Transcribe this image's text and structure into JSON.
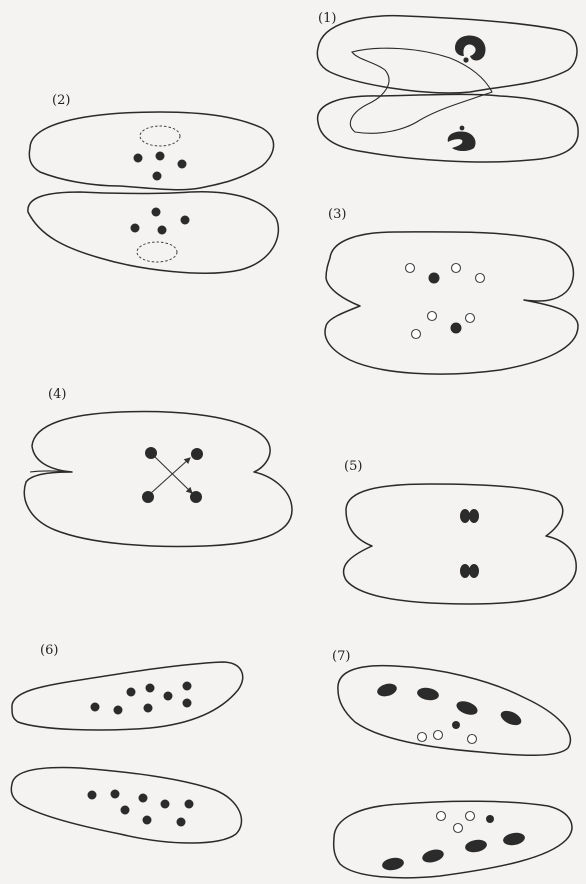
{
  "figure": {
    "panels": [
      {
        "id": "stage-1",
        "label": "(1)"
      },
      {
        "id": "stage-2",
        "label": "(2)"
      },
      {
        "id": "stage-3",
        "label": "(3)"
      },
      {
        "id": "stage-4",
        "label": "(4)"
      },
      {
        "id": "stage-5",
        "label": "(5)"
      },
      {
        "id": "stage-6",
        "label": "(6)"
      },
      {
        "id": "stage-7",
        "label": "(7)"
      }
    ],
    "colors": {
      "outline": "#2a2a2a",
      "nucleus": "#2b2b2b",
      "background": "#f4f3f1"
    }
  }
}
